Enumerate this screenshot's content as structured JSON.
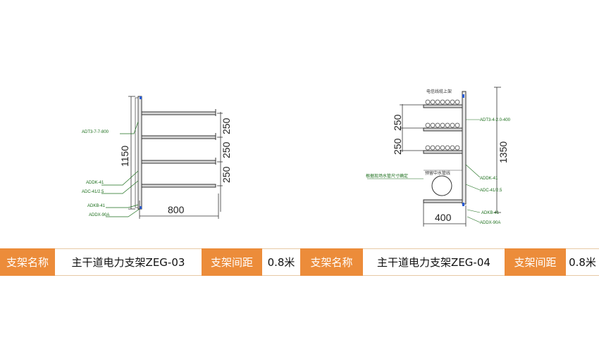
{
  "drawings": {
    "left": {
      "dims": {
        "height": "1150",
        "width": "800",
        "spacing": [
          "250",
          "250",
          "250"
        ]
      },
      "annotations": [
        "ADT3-7-7-800",
        "ADDK-41",
        "ADC-41/2.5",
        "ADKB-41",
        "ADDX-90A"
      ]
    },
    "right": {
      "dims": {
        "height": "1350",
        "width": "400",
        "spacing": [
          "250",
          "250"
        ]
      },
      "annotations": [
        "电信线缆上架",
        "ADT3-4-2.0-400",
        "ADDK-41",
        "ADC-41/2.5",
        "ADKB-41",
        "ADDX-90A",
        "根据现场水管尺寸确定",
        "预留中水管线"
      ]
    }
  },
  "table": {
    "cells": [
      "支架名称",
      "主干道电力支架ZEG-03",
      "支架间距",
      "0.8米",
      "支架名称",
      "主干道电力支架ZEG-04",
      "支架间距",
      "0.8米"
    ]
  },
  "colors": {
    "header_bg": "#ec8c3a",
    "annotation_green": "#1b6e1b"
  }
}
